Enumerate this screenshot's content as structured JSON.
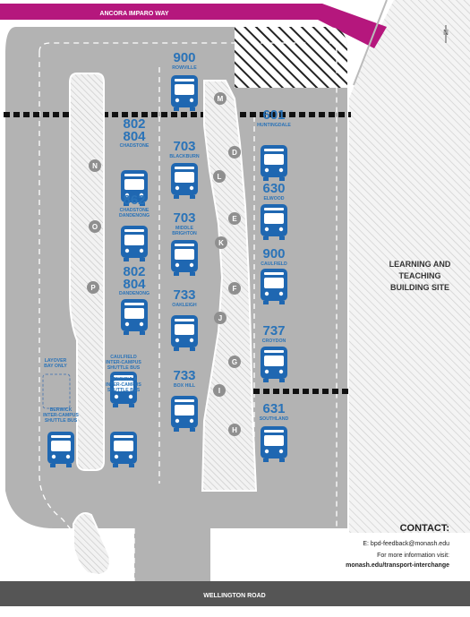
{
  "roads": {
    "north": "ANCORA IMPARO WAY",
    "south": "WELLINGTON ROAD"
  },
  "site": {
    "lines": [
      "LEARNING AND",
      "TEACHING",
      "BUILDING SITE"
    ]
  },
  "compass": "N",
  "layover": {
    "lines": [
      "LAYOVER",
      "BAY ONLY"
    ]
  },
  "bays": [
    "M",
    "N",
    "D",
    "L",
    "O",
    "E",
    "K",
    "P",
    "F",
    "J",
    "G",
    "I",
    "H"
  ],
  "routes": [
    {
      "number": "900",
      "dest": [
        "ROWVILLE"
      ]
    },
    {
      "number": "802",
      "number2": "804",
      "dest": [
        "CHADSTONE"
      ]
    },
    {
      "number": "703",
      "dest": [
        "BLACKBURN"
      ]
    },
    {
      "number": "601",
      "dest": [
        "HUNTINGDALE"
      ]
    },
    {
      "number": "862",
      "dest": [
        "CHADSTONE",
        "DANDENONG"
      ]
    },
    {
      "number": "703",
      "dest": [
        "MIDDLE",
        "BRIGHTON"
      ]
    },
    {
      "number": "630",
      "dest": [
        "ELWOOD"
      ]
    },
    {
      "number": "900",
      "dest": [
        "CAULFIELD"
      ]
    },
    {
      "number": "802",
      "number2": "804",
      "dest": [
        "DANDENONG"
      ]
    },
    {
      "number": "733",
      "dest": [
        "OAKLEIGH"
      ]
    },
    {
      "number": "737",
      "dest": [
        "CROYDON"
      ]
    },
    {
      "number": "",
      "dest": [
        "CAULFIELD",
        "INTER-CAMPUS",
        "SHUTTLE BUS"
      ]
    },
    {
      "number": "733",
      "dest": [
        "BOX HILL"
      ]
    },
    {
      "number": "631",
      "dest": [
        "SOUTHLAND"
      ]
    },
    {
      "number": "",
      "dest": [
        "PENINSULA",
        "INTER-CAMPUS",
        "SHUTTLE BUS"
      ]
    },
    {
      "number": "",
      "dest": [
        "BERWICK",
        "INTER-CAMPUS",
        "SHUTTLE BUS"
      ]
    }
  ],
  "contact": {
    "title": "CONTACT:",
    "email": "E: bpd-feedback@monash.edu",
    "more": "For more information visit:",
    "url": "monash.edu/transport-interchange"
  },
  "colors": {
    "road_magenta": "#b5177d",
    "road_grey": "#555555",
    "tarmac": "#b3b3b3",
    "bus_blue": "#1f67b1",
    "bay_grey": "#8f8f8f"
  }
}
